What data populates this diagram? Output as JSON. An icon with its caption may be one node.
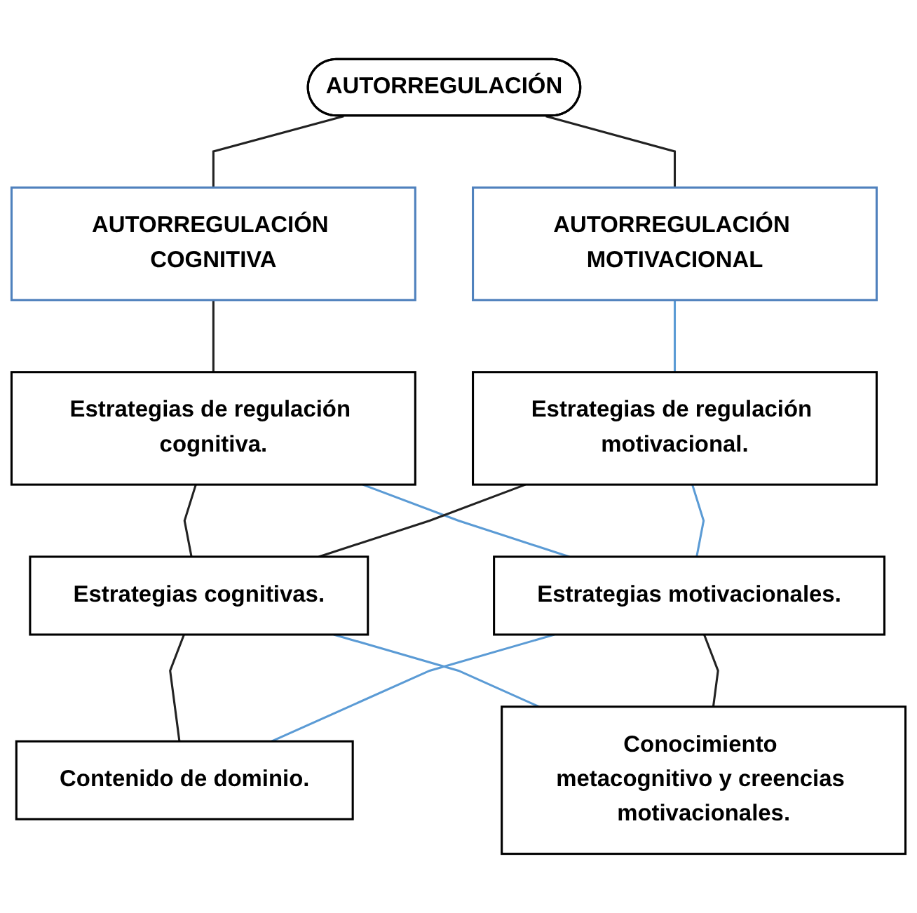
{
  "diagram": {
    "nodes": [
      {
        "text": [
          "AUTORREGULACIÓN"
        ]
      },
      {
        "text": [
          "AUTORREGULACIÓN COGNITIVA"
        ]
      },
      {
        "text": [
          "AUTORREGULACIÓN MOTIVACIONAL"
        ]
      },
      {
        "text": [
          "Estrategias de regulación cognitiva."
        ]
      },
      {
        "text": [
          "Estrategias de regulación motivacional."
        ]
      },
      {
        "text": [
          "Estrategias cognitivas."
        ]
      },
      {
        "text": [
          "Estrategias motivacionales."
        ]
      },
      {
        "text": [
          "Contenido de dominio."
        ]
      },
      {
        "text": [
          "Conocimiento metacognitivo y creencias motivacionales."
        ]
      }
    ],
    "edges": [
      {
        "from": 0,
        "to": 1,
        "arrow": "none"
      },
      {
        "from": 0,
        "to": 2,
        "arrow": "none"
      },
      {
        "from": 1,
        "to": 3,
        "arrow": "none"
      },
      {
        "from": 2,
        "to": 4,
        "arrow": "none",
        "color": "#5b9bd5"
      },
      {
        "from": 3,
        "to": 5,
        "arrow": "none"
      },
      {
        "from": 3,
        "to": 6,
        "arrow": "none",
        "color": "#5b9bd5"
      },
      {
        "from": 4,
        "to": 5,
        "arrow": "none"
      },
      {
        "from": 4,
        "to": 6,
        "arrow": "none",
        "color": "#5b9bd5"
      },
      {
        "from": 5,
        "to": 7,
        "arrow": "none"
      },
      {
        "from": 5,
        "to": 8,
        "arrow": "none",
        "color": "#5b9bd5"
      },
      {
        "from": 6,
        "to": 7,
        "arrow": "none",
        "color": "#5b9bd5"
      },
      {
        "from": 6,
        "to": 8,
        "arrow": "none"
      }
    ]
  }
}
